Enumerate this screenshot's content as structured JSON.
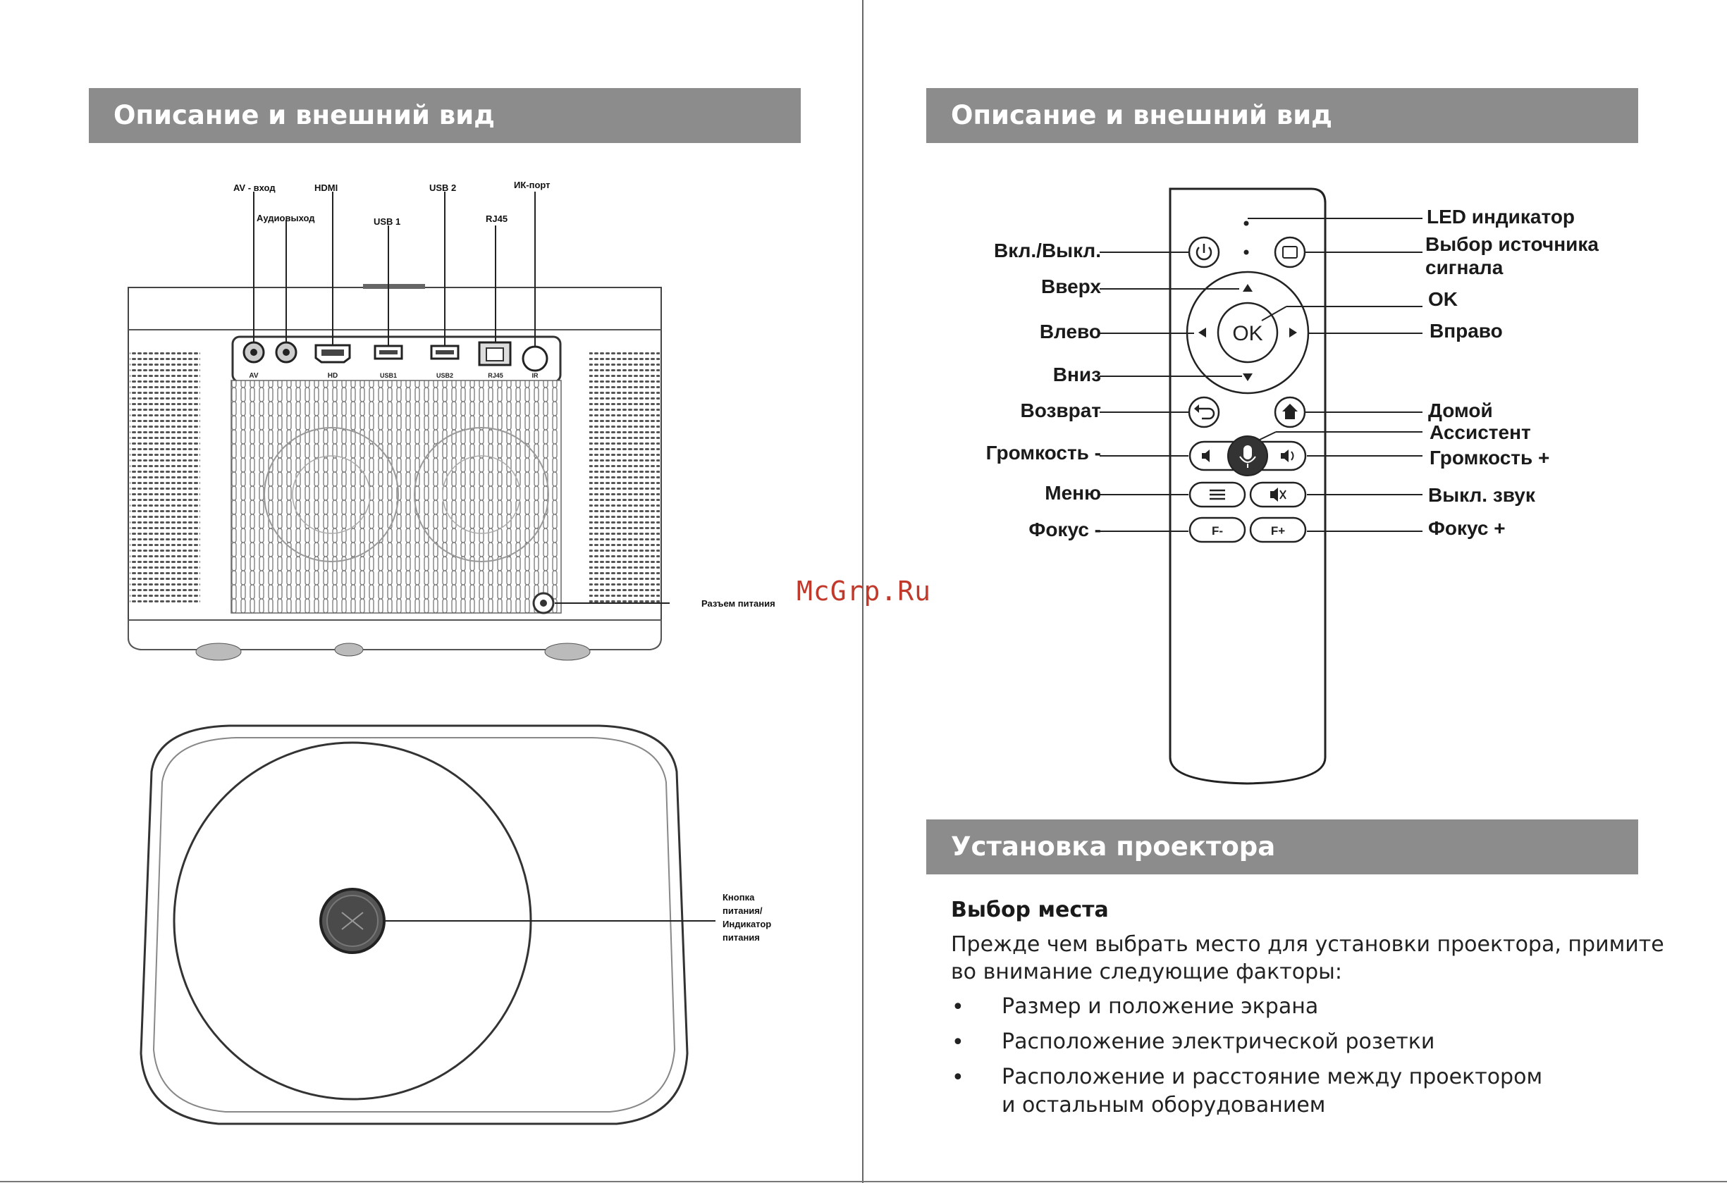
{
  "left": {
    "header": "Описание и внешний вид",
    "back_labels": {
      "av_in": "AV - вход",
      "audio_out": "Аудиовыход",
      "hdmi": "HDMI",
      "usb1": "USB 1",
      "usb2": "USB 2",
      "rj45": "RJ45",
      "ir": "ИК-порт",
      "power_jack": "Разъем питания"
    },
    "port_marks": {
      "av": "AV",
      "hd": "HD",
      "usb1": "USB1",
      "usb2": "USB2",
      "rj45": "RJ45",
      "ir": "IR"
    },
    "top_labels": [
      "Кнопка",
      "питания/",
      "Индикатор",
      "питания"
    ]
  },
  "right": {
    "header": "Описание и внешний вид",
    "remote_labels_left": {
      "power": "Вкл./Выкл.",
      "up": "Вверх",
      "left": "Влево",
      "down": "Вниз",
      "back": "Возврат",
      "vol_down": "Громкость -",
      "menu": "Меню",
      "focus_minus": "Фокус -"
    },
    "remote_labels_right": {
      "led": "LED индикатор",
      "source_1": "Выбор источника",
      "source_2": "сигнала",
      "ok": "OK",
      "right": "Вправо",
      "home": "Домой",
      "assistant": "Ассистент",
      "vol_up": "Громкость +",
      "mute": "Выкл. звук",
      "focus_plus": "Фокус +"
    },
    "remote_buttons": {
      "ok": "OK",
      "focus_minus": "F-",
      "focus_plus": "F+"
    },
    "install": {
      "header": "Установка проектора",
      "subtitle": "Выбор места",
      "intro_1": "Прежде чем выбрать место для установки проектора, примите",
      "intro_2": "во внимание следующие факторы:",
      "bullet_symbol": "•",
      "bullets": [
        "Размер и положение экрана",
        "Расположение электрической розетки",
        "Расположение и расстояние между проектором"
      ],
      "bullet_3_cont": "и остальным оборудованием"
    }
  },
  "watermark": "McGrp.Ru"
}
